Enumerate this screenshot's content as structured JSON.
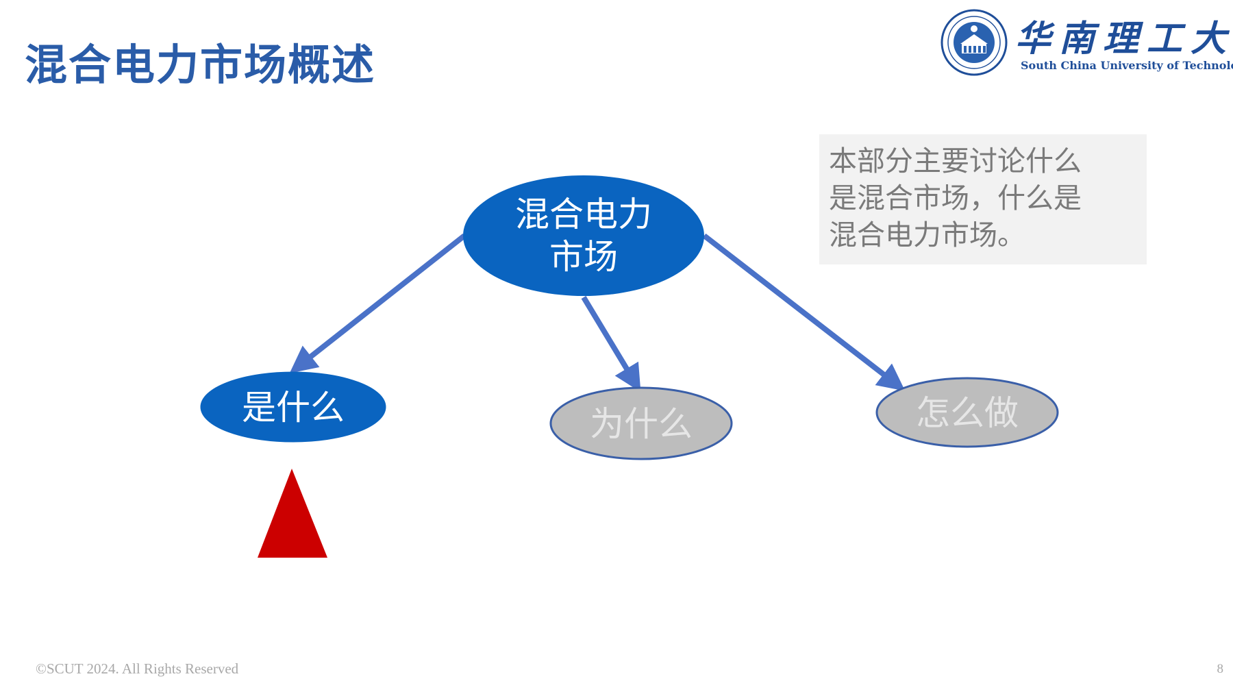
{
  "slide": {
    "title": "混合电力市场概述"
  },
  "logo": {
    "name_cn": "华南理工大学",
    "name_en": "South China University of Technology"
  },
  "note": {
    "lines": [
      "本部分主要讨论什么",
      "是混合市场，什么是",
      "混合电力市场。"
    ]
  },
  "diagram": {
    "root": {
      "label_lines": [
        "混合电力",
        "市场"
      ],
      "fill": "#0a64c0"
    },
    "children": [
      {
        "label": "是什么",
        "active": true
      },
      {
        "label": "为什么",
        "active": false
      },
      {
        "label": "怎么做",
        "active": false
      }
    ],
    "colors": {
      "active_fill": "#0a64c0",
      "active_text": "#ffffff",
      "inactive_fill": "#bdbdbd",
      "inactive_border": "#3a5fa8",
      "inactive_text": "#e6e6e6",
      "arrow": "#4a72c8",
      "pointer": "#cc0000"
    },
    "pointer_target": "是什么"
  },
  "footer": {
    "copyright": "©SCUT 2024. All Rights Reserved",
    "page_number": "8"
  }
}
